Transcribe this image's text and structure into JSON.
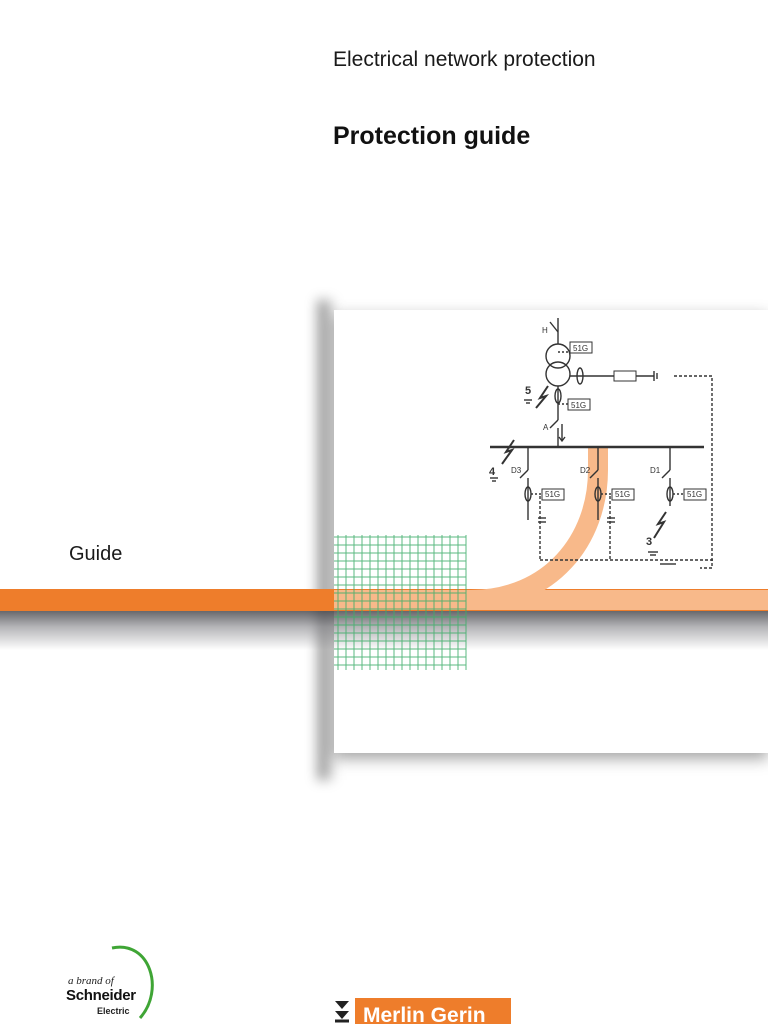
{
  "header": {
    "subtitle": "Electrical network protection",
    "title": "Protection guide"
  },
  "side_label": "Guide",
  "diagram": {
    "labels": {
      "relay_1": "51G",
      "relay_2": "51G",
      "relay_3": "51G",
      "relay_4": "51G",
      "relay_5": "51G",
      "breaker_a": "A",
      "breaker_h": "H",
      "feeder_d1": "D1",
      "feeder_d2": "D2",
      "feeder_d3": "D3",
      "fault_3": "3",
      "fault_4": "4",
      "fault_5": "5"
    }
  },
  "footer": {
    "brand_prefix": "a brand of",
    "brand_name": "Schneider",
    "brand_suffix": "Electric",
    "product_brand": "Merlin Gerin"
  },
  "colors": {
    "accent": "#ee7d2b",
    "accent_light": "#f8b98a",
    "grid_green": "#3fae6a"
  }
}
